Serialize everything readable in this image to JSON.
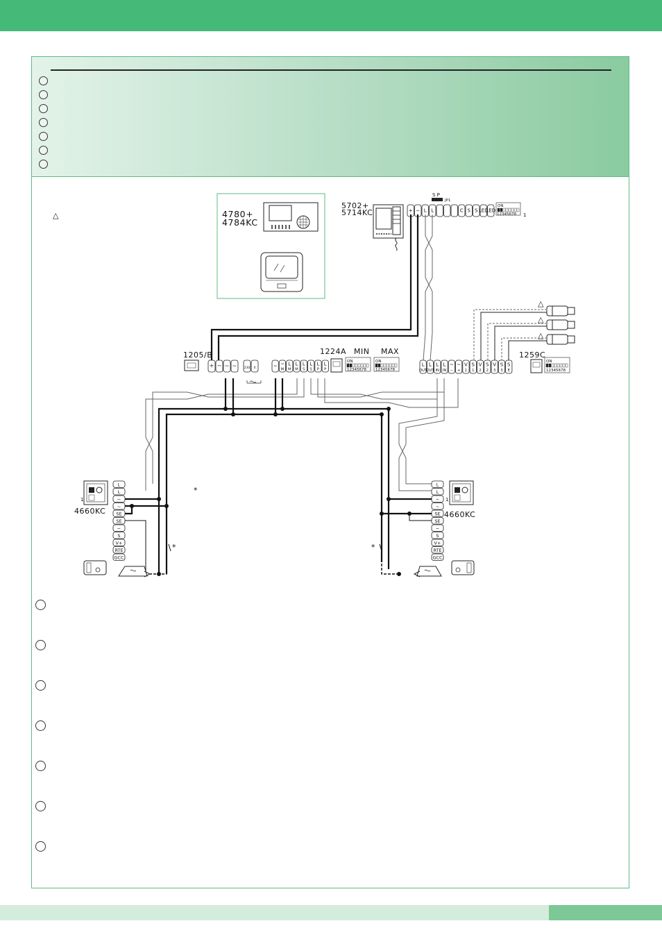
{
  "colors": {
    "brand_green": "#45b978",
    "frame_green": "#5fb987",
    "wire": "#111111",
    "bus": "#777777",
    "dashed": "#999999"
  },
  "icons": {
    "warning": "triangle-warning-icon",
    "language_marker": "circle-marker-icon"
  },
  "triangle_note": "△",
  "devices": {
    "monitor_label": "4780+\n4784KC",
    "handset_label": "5702+\n5714KC",
    "handset_dip_sp": "S  P",
    "handset_jp": "JP1",
    "handset_index": "1",
    "power_label": "1205/B",
    "distributor_label": "1224A",
    "min_label": "MIN",
    "max_label": "MAX",
    "switcher_label": "1259C",
    "left_panel_label": "4660KC",
    "right_panel_label": "4660KC",
    "panel_index": "1",
    "asterisk": "*",
    "dip_on": "ON",
    "dip_nums": "12345678"
  },
  "terminals": {
    "handset": [
      "+",
      "−",
      "L",
      "L",
      "",
      "",
      "",
      "C",
      "S",
      "S",
      "LED",
      "LED"
    ],
    "power": [
      "+",
      "−",
      "~",
      "~"
    ],
    "power_aux": [
      "230",
      "0"
    ],
    "distributor": [
      "~",
      "~",
      "L",
      "L",
      "L",
      "L",
      "L",
      "L"
    ],
    "distributor_sub": [
      "",
      "M",
      "M",
      "M",
      "S",
      "S",
      "P",
      "P"
    ],
    "switcher": [
      "L",
      "L",
      "L",
      "L",
      "~",
      "~",
      "V",
      "S",
      "V",
      "S",
      "V",
      "S",
      "S"
    ],
    "switcher_sub": [
      "OUT",
      "OUT",
      "IN",
      "IN",
      "−",
      "+",
      "1",
      "1",
      "2",
      "2",
      "3",
      "3",
      "E"
    ],
    "panel": [
      "L",
      "L",
      "~",
      "~",
      "SE",
      "SE",
      "−",
      "S",
      "V+",
      "RTE",
      "GCC"
    ]
  }
}
